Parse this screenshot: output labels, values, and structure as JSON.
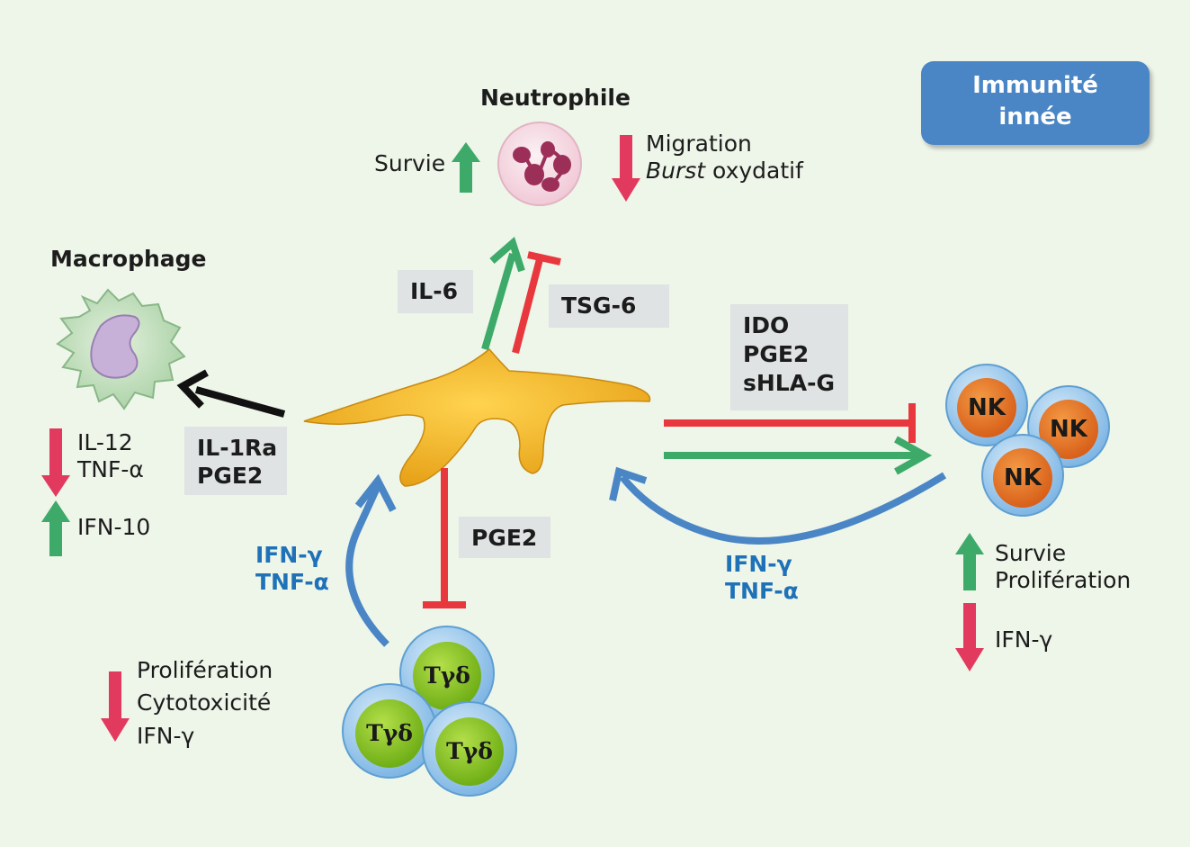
{
  "badge": {
    "line1": "Immunité",
    "line2": "innée"
  },
  "neutrophil": {
    "title": "Neutrophile",
    "up": [
      "Survie"
    ],
    "down_line1": "Migration",
    "down_line2_em": "Burst",
    "down_line2_rest": " oxydatif"
  },
  "macrophage": {
    "title": "Macrophage",
    "down": [
      "IL-12",
      "TNF-α"
    ],
    "up": [
      "IFN-10"
    ]
  },
  "boxes": {
    "il6": "IL-6",
    "tsg6": "TSG-6",
    "ido_group": [
      "IDO",
      "PGE2",
      "sHLA-G"
    ],
    "macro_group": [
      "IL-1Ra",
      "PGE2"
    ],
    "tgd_group": "PGE2"
  },
  "feedback": {
    "from_tgd": [
      "IFN-γ",
      "TNF-α"
    ],
    "from_nk": [
      "IFN-γ",
      "TNF-α"
    ]
  },
  "nk": {
    "cell_label": "NK",
    "up": [
      "Survie",
      "Prolifération"
    ],
    "down": [
      "IFN-γ"
    ]
  },
  "tgd": {
    "cell_label": "Tγδ",
    "down": [
      "Prolifération",
      "Cytotoxicité",
      "IFN-γ"
    ]
  },
  "colors": {
    "up_arrow": "#3daa6a",
    "down_arrow": "#e23a5e",
    "inhibit": "#e8383d",
    "activate": "#3daa6a",
    "cytokine_feedback": "#4a86c5",
    "msc": "#f2b41f",
    "nk_core": "#e8741e",
    "tgd_core": "#8fc41f",
    "cell_shell": "#8fc3ea",
    "badge": "#4a86c5"
  }
}
